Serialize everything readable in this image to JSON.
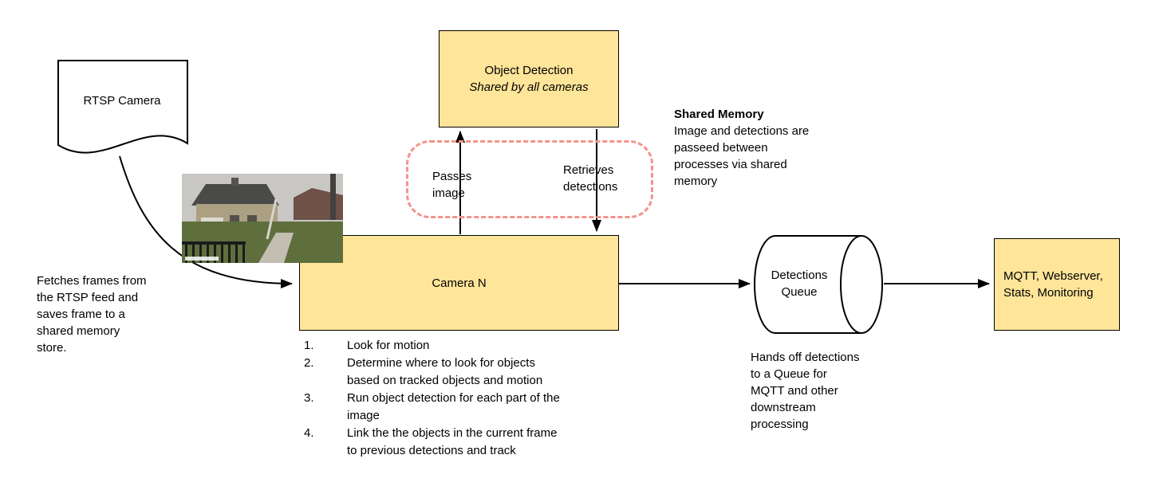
{
  "diagram": {
    "nodes": {
      "rtsp_camera": {
        "label": "RTSP Camera"
      },
      "object_detection": {
        "title": "Object Detection",
        "subtitle": "Shared by all cameras"
      },
      "camera_n": {
        "label": "Camera N"
      },
      "detections_queue": {
        "label": "Detections Queue"
      },
      "outputs": {
        "label": "MQTT, Webserver,\nStats, Monitoring"
      }
    },
    "edge_labels": {
      "passes_image": "Passes\nimage",
      "retrieves_detections": "Retrieves\ndetections"
    },
    "annotations": {
      "shared_memory_title": "Shared Memory",
      "shared_memory_body": "Image and detections are\npasseed between\nprocesses via shared\nmemory",
      "fetch_frames": "Fetches frames from\nthe RTSP feed and\nsaves frame to a\nshared memory\nstore.",
      "hands_off": "Hands off detections\nto a Queue for\nMQTT and other\ndownstream\nprocessing",
      "camera_steps": [
        "Look for motion",
        "Determine where to look for objects\nbased on tracked objects and motion",
        "Run object detection for each part of the\nimage",
        "Link the the objects in the current frame\nto previous detections and track"
      ]
    },
    "colors": {
      "node_fill": "#FFE599",
      "node_border": "#000000",
      "shared_memory_outline": "#F2948A",
      "arrow": "#000000",
      "background": "#FFFFFF"
    }
  }
}
